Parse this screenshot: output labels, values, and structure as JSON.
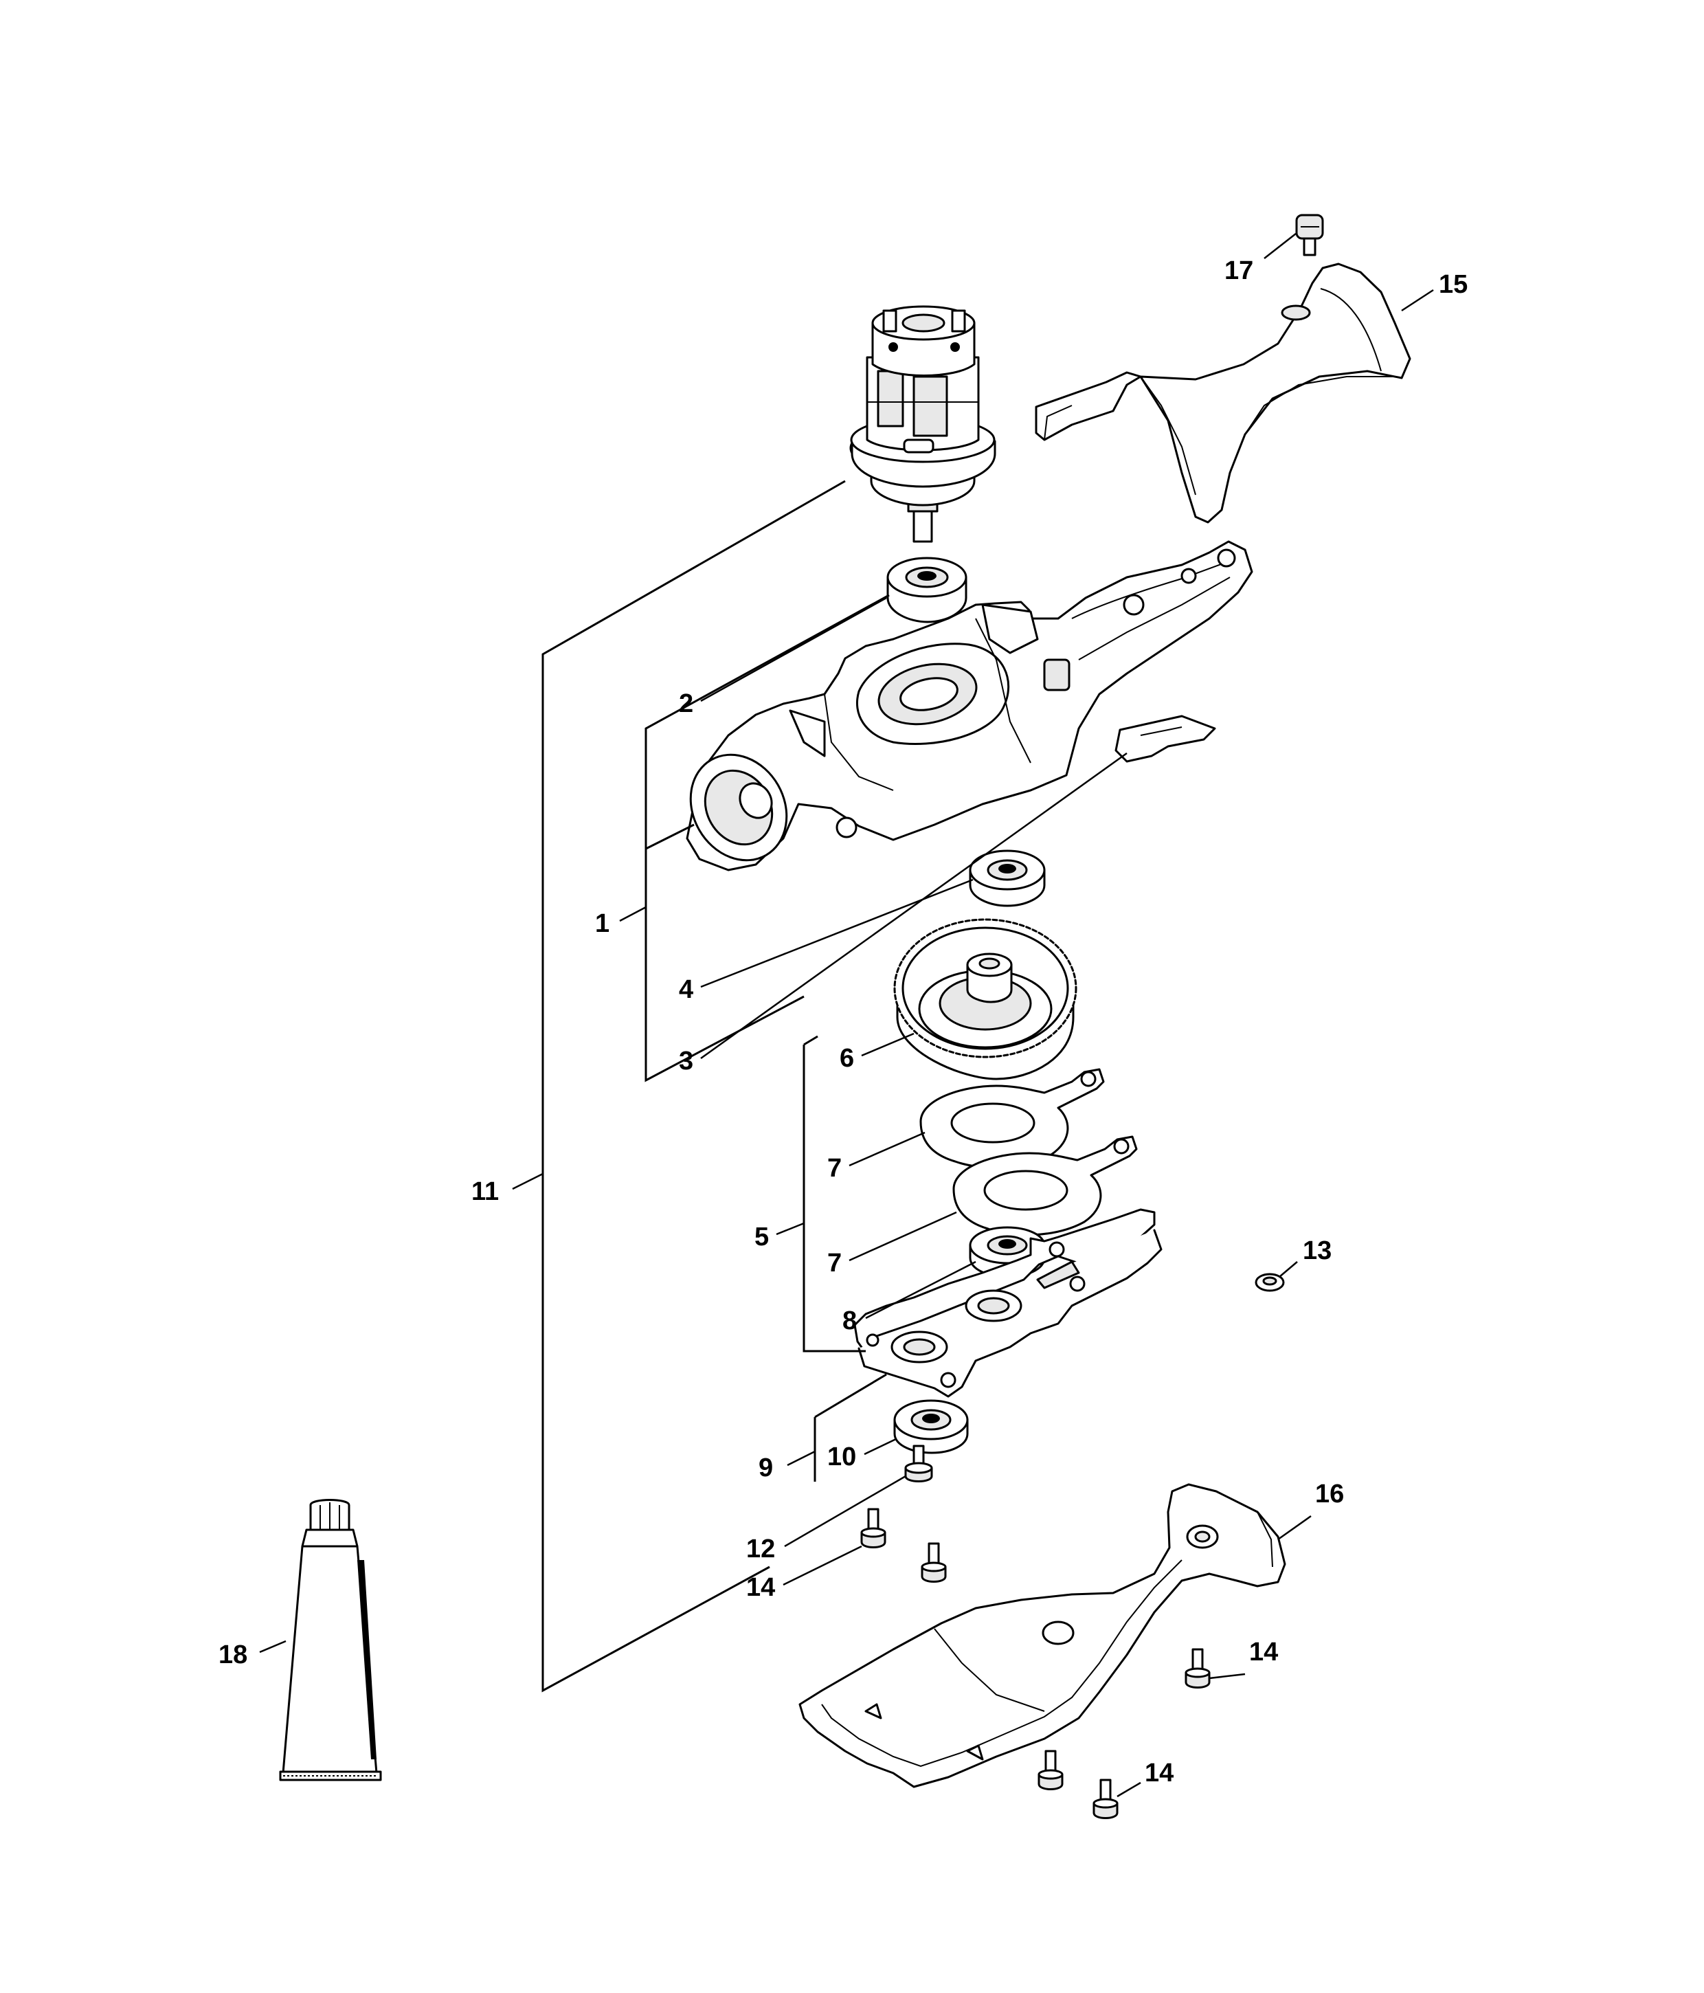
{
  "callouts": [
    {
      "id": "1",
      "label": "1"
    },
    {
      "id": "2",
      "label": "2"
    },
    {
      "id": "3",
      "label": "3"
    },
    {
      "id": "4",
      "label": "4"
    },
    {
      "id": "5",
      "label": "5"
    },
    {
      "id": "6",
      "label": "6"
    },
    {
      "id": "7a",
      "label": "7"
    },
    {
      "id": "7b",
      "label": "7"
    },
    {
      "id": "8",
      "label": "8"
    },
    {
      "id": "9",
      "label": "9"
    },
    {
      "id": "10",
      "label": "10"
    },
    {
      "id": "11",
      "label": "11"
    },
    {
      "id": "12",
      "label": "12"
    },
    {
      "id": "13",
      "label": "13"
    },
    {
      "id": "14a",
      "label": "14"
    },
    {
      "id": "14b",
      "label": "14"
    },
    {
      "id": "14c",
      "label": "14"
    },
    {
      "id": "15",
      "label": "15"
    },
    {
      "id": "16",
      "label": "16"
    },
    {
      "id": "17",
      "label": "17"
    },
    {
      "id": "18",
      "label": "18"
    }
  ],
  "parts": [
    {
      "id": "motor",
      "icon": "electric-motor-icon"
    },
    {
      "id": "bearing-top",
      "icon": "ball-bearing-icon"
    },
    {
      "id": "gear-housing",
      "icon": "gear-housing-icon"
    },
    {
      "id": "gasket-plate",
      "icon": "gasket-icon"
    },
    {
      "id": "bearing-4",
      "icon": "ball-bearing-icon"
    },
    {
      "id": "spur-gear",
      "icon": "spur-gear-icon"
    },
    {
      "id": "crank-lever-1",
      "icon": "crank-lever-icon"
    },
    {
      "id": "crank-lever-2",
      "icon": "crank-lever-icon"
    },
    {
      "id": "bearing-8",
      "icon": "ball-bearing-icon"
    },
    {
      "id": "guide-plate",
      "icon": "guide-plate-icon"
    },
    {
      "id": "bearing-10",
      "icon": "ball-bearing-icon"
    },
    {
      "id": "screw-12",
      "icon": "screw-icon"
    },
    {
      "id": "washer-13",
      "icon": "washer-icon"
    },
    {
      "id": "screws-14",
      "icon": "screw-icon"
    },
    {
      "id": "handle-cover-15",
      "icon": "handle-cover-icon"
    },
    {
      "id": "housing-cover-16",
      "icon": "housing-cover-icon"
    },
    {
      "id": "screw-17",
      "icon": "screw-icon"
    },
    {
      "id": "grease-tube-18",
      "icon": "grease-tube-icon"
    }
  ]
}
